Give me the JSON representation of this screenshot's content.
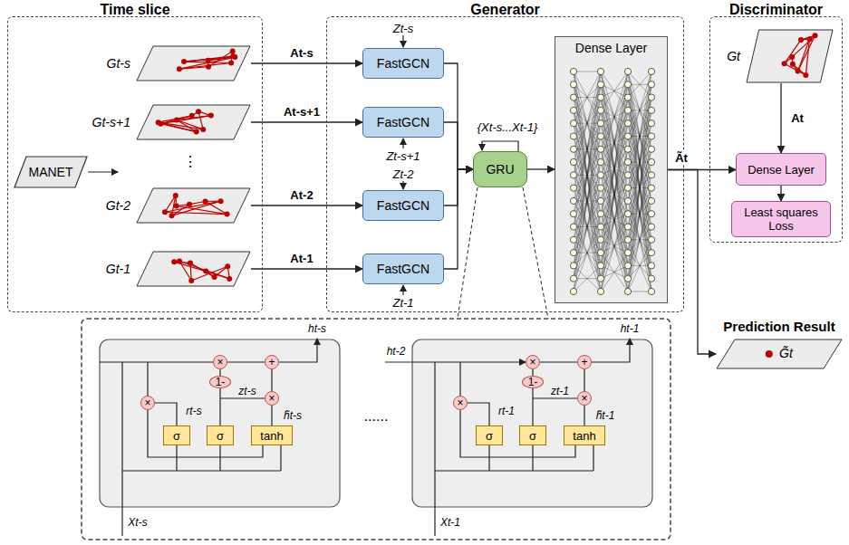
{
  "diagram": {
    "nodes": [
      {
        "text": [
          "Time slice"
        ]
      },
      {
        "text": [
          "Gt-s"
        ],
        "in": 0
      },
      {
        "text": [
          "Gt-s+1"
        ],
        "in": 0
      },
      {
        "text": [
          "MANET"
        ],
        "in": 0
      },
      {
        "text": [
          "Gt-2"
        ],
        "in": 0
      },
      {
        "text": [
          "Gt-1"
        ],
        "in": 0
      },
      {
        "text": [
          "Generator"
        ]
      },
      {
        "text": [
          "FastGCN"
        ],
        "in": 6
      },
      {
        "text": [
          "FastGCN"
        ],
        "in": 6
      },
      {
        "text": [
          "FastGCN"
        ],
        "in": 6
      },
      {
        "text": [
          "FastGCN"
        ],
        "in": 6
      },
      {
        "text": [
          "GRU"
        ],
        "in": 6
      },
      {
        "text": [
          "Dense Layer"
        ],
        "in": 6
      },
      {
        "text": [
          "Discriminator"
        ]
      },
      {
        "text": [
          "Gt"
        ],
        "in": 13
      },
      {
        "text": [
          "Dense Layer"
        ],
        "in": 13
      },
      {
        "text": [
          "Least squares Loss"
        ],
        "in": 13
      },
      {
        "text": [
          "Prediction Result",
          "G̃t"
        ]
      },
      {
        "text": [
          "×"
        ]
      },
      {
        "text": [
          "×"
        ]
      },
      {
        "text": [
          "+"
        ]
      },
      {
        "text": [
          "1-"
        ]
      },
      {
        "text": [
          "×"
        ]
      },
      {
        "text": [
          "σ"
        ]
      },
      {
        "text": [
          "σ"
        ]
      },
      {
        "text": [
          "tanh"
        ]
      },
      {
        "text": [
          "×"
        ]
      },
      {
        "text": [
          "×"
        ]
      },
      {
        "text": [
          "+"
        ]
      },
      {
        "text": [
          "1-"
        ]
      },
      {
        "text": [
          "×"
        ]
      },
      {
        "text": [
          "σ"
        ]
      },
      {
        "text": [
          "σ"
        ]
      },
      {
        "text": [
          "tanh"
        ]
      }
    ],
    "edges": [
      {
        "from": 1,
        "to": 7,
        "arrow": "to",
        "label": "At-s"
      },
      {
        "from": 2,
        "to": 8,
        "arrow": "to",
        "label": "At-s+1"
      },
      {
        "from": 4,
        "to": 9,
        "arrow": "to",
        "label": "At-2"
      },
      {
        "from": 5,
        "to": 10,
        "arrow": "to",
        "label": "At-1"
      },
      {
        "from": 7,
        "to": 11,
        "arrow": "to"
      },
      {
        "from": 8,
        "to": 11,
        "arrow": "to"
      },
      {
        "from": 9,
        "to": 11,
        "arrow": "to"
      },
      {
        "from": 10,
        "to": 11,
        "arrow": "to"
      },
      {
        "from": 11,
        "to": 12,
        "arrow": "to"
      },
      {
        "from": 12,
        "to": 15,
        "arrow": "to",
        "label": "Ãt"
      },
      {
        "from": 12,
        "to": 17,
        "arrow": "to"
      },
      {
        "from": 14,
        "to": 15,
        "arrow": "to",
        "label": "At"
      },
      {
        "from": 15,
        "to": 16,
        "arrow": "to"
      }
    ],
    "labels": [
      "Zt-s",
      "Zt-s+1",
      "Zt-2",
      "Zt-1",
      "{Xt-s...Xt-1}",
      "⋮",
      "rt-s",
      "zt-s",
      "h̃t-s",
      "ht-s",
      "Xt-s",
      "......",
      "ht-2",
      "rt-1",
      "zt-1",
      "h̃t-1",
      "ht-1",
      "Xt-1"
    ]
  }
}
